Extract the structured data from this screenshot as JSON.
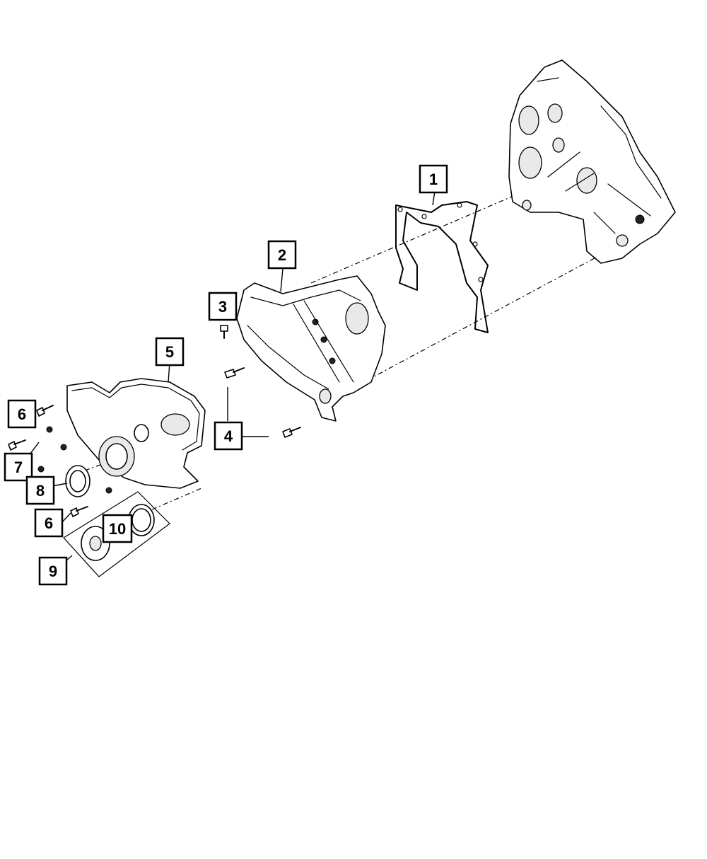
{
  "callouts": [
    {
      "id": "c1",
      "label": "1"
    },
    {
      "id": "c2",
      "label": "2"
    },
    {
      "id": "c3",
      "label": "3"
    },
    {
      "id": "c4",
      "label": "4"
    },
    {
      "id": "c5",
      "label": "5"
    },
    {
      "id": "c6a",
      "label": "6"
    },
    {
      "id": "c7",
      "label": "7"
    },
    {
      "id": "c8",
      "label": "8"
    },
    {
      "id": "c6b",
      "label": "6"
    },
    {
      "id": "c9",
      "label": "9"
    },
    {
      "id": "c10",
      "label": "10"
    }
  ]
}
